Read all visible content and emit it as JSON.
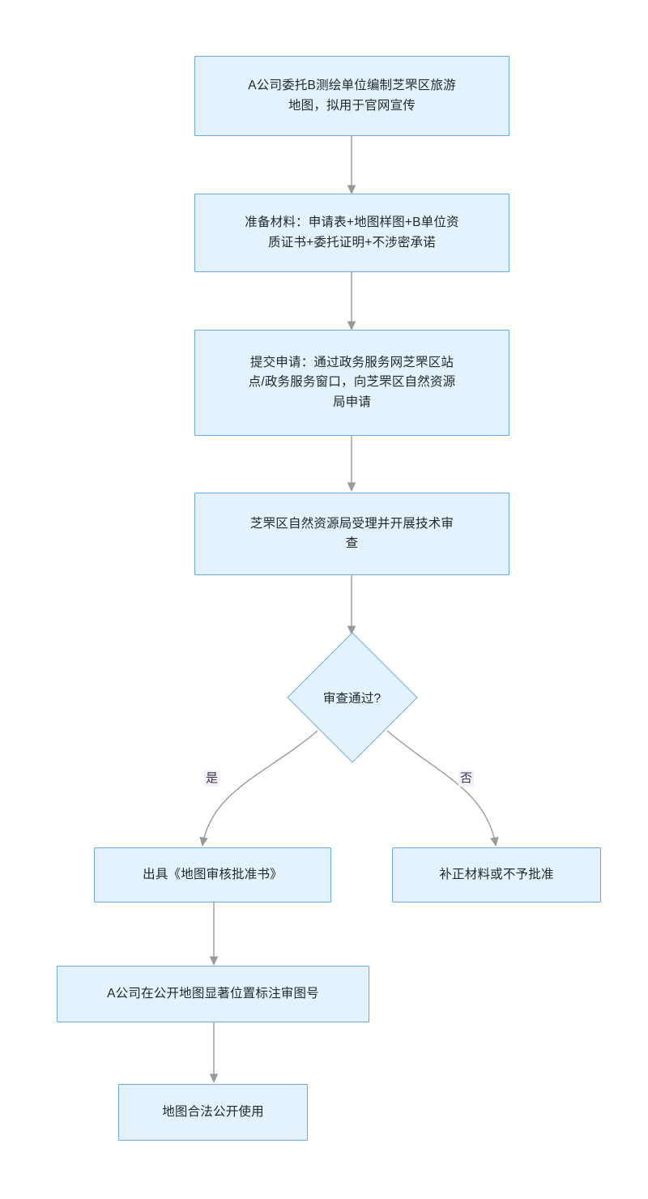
{
  "diagram": {
    "type": "flowchart",
    "orientation": "top-to-bottom",
    "title_text_present": false,
    "colors": {
      "node_fill": "#e3f2fd",
      "node_border": "#6aa9e9",
      "edge_line": "#9a9a9a",
      "edge_label_background": "#f5eefc",
      "text": "#24292e"
    },
    "nodes": [
      {
        "id": "n1",
        "shape": "rectangle",
        "label": "A公司委托B测绘单位编制芝罘区旅游\n地图，拟用于官网宣传"
      },
      {
        "id": "n2",
        "shape": "rectangle",
        "label": "准备材料：申请表+地图样图+B单位资\n质证书+委托证明+不涉密承诺"
      },
      {
        "id": "n3",
        "shape": "rectangle",
        "label": "提交申请：通过政务服务网芝罘区站\n点/政务服务窗口，向芝罘区自然资源\n局申请"
      },
      {
        "id": "n4",
        "shape": "rectangle",
        "label": "芝罘区自然资源局受理并开展技术审\n查"
      },
      {
        "id": "n5",
        "shape": "diamond",
        "label": "审查通过?"
      },
      {
        "id": "n6",
        "shape": "rectangle",
        "label": "出具《地图审核批准书》"
      },
      {
        "id": "n7",
        "shape": "rectangle",
        "label": "补正材料或不予批准"
      },
      {
        "id": "n8",
        "shape": "rectangle",
        "label": "A公司在公开地图显著位置标注审图号"
      },
      {
        "id": "n9",
        "shape": "rectangle",
        "label": "地图合法公开使用"
      }
    ],
    "edges": [
      {
        "id": "e1",
        "from": "n1",
        "to": "n2",
        "label": ""
      },
      {
        "id": "e2",
        "from": "n2",
        "to": "n3",
        "label": ""
      },
      {
        "id": "e3",
        "from": "n3",
        "to": "n4",
        "label": ""
      },
      {
        "id": "e4",
        "from": "n4",
        "to": "n5",
        "label": ""
      },
      {
        "id": "e5",
        "from": "n5",
        "to": "n6",
        "label": "是"
      },
      {
        "id": "e6",
        "from": "n5",
        "to": "n7",
        "label": "否"
      },
      {
        "id": "e7",
        "from": "n6",
        "to": "n8",
        "label": ""
      },
      {
        "id": "e8",
        "from": "n8",
        "to": "n9",
        "label": ""
      }
    ],
    "edge_labels": {
      "yes": "是",
      "no": "否"
    }
  }
}
